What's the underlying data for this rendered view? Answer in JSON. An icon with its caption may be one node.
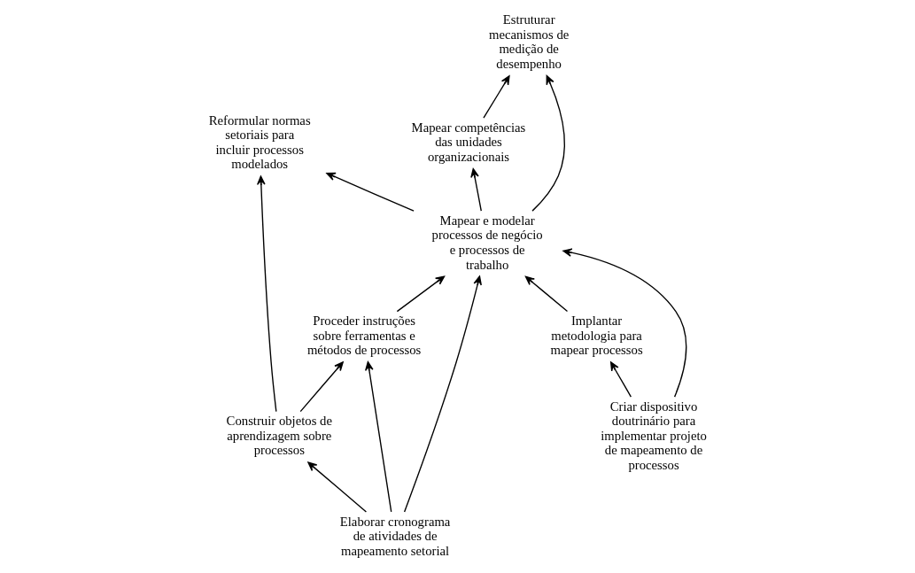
{
  "diagram": {
    "nodes": [
      {
        "text": [
          "Estruturar mecanismos de medição de desempenho"
        ]
      },
      {
        "text": [
          "Mapear competências das unidades organizacionais"
        ]
      },
      {
        "text": [
          "Reformular normas setoriais para incluir processos modelados"
        ]
      },
      {
        "text": [
          "Mapear e modelar processos de negócio e processos de trabalho"
        ]
      },
      {
        "text": [
          "Implantar metodologia para mapear processos"
        ]
      },
      {
        "text": [
          "Construir objetos de aprendizagem sobre processos"
        ]
      },
      {
        "text": [
          "Criar dispositivo doutrinário para implementar projeto de mapeamento de processos"
        ]
      },
      {
        "text": [
          "Proceder instruções sobre ferramentas e métodos de processos"
        ]
      },
      {
        "text": [
          "Elaborar cronograma de atividades de mapeamento setorial"
        ]
      }
    ],
    "edges": [
      {
        "from": 1,
        "to": 0,
        "arrow": "to"
      },
      {
        "from": 3,
        "to": 0,
        "arrow": "to"
      },
      {
        "from": 3,
        "to": 1,
        "arrow": "to"
      },
      {
        "from": 3,
        "to": 2,
        "arrow": "to"
      },
      {
        "from": 4,
        "to": 3,
        "arrow": "to"
      },
      {
        "from": 6,
        "to": 4,
        "arrow": "to"
      },
      {
        "from": 6,
        "to": 3,
        "arrow": "to"
      },
      {
        "from": 7,
        "to": 3,
        "arrow": "to"
      },
      {
        "from": 8,
        "to": 3,
        "arrow": "to"
      },
      {
        "from": 5,
        "to": 7,
        "arrow": "to"
      },
      {
        "from": 5,
        "to": 2,
        "arrow": "to"
      },
      {
        "from": 8,
        "to": 7,
        "arrow": "to"
      },
      {
        "from": 8,
        "to": 5,
        "arrow": "to"
      }
    ]
  }
}
